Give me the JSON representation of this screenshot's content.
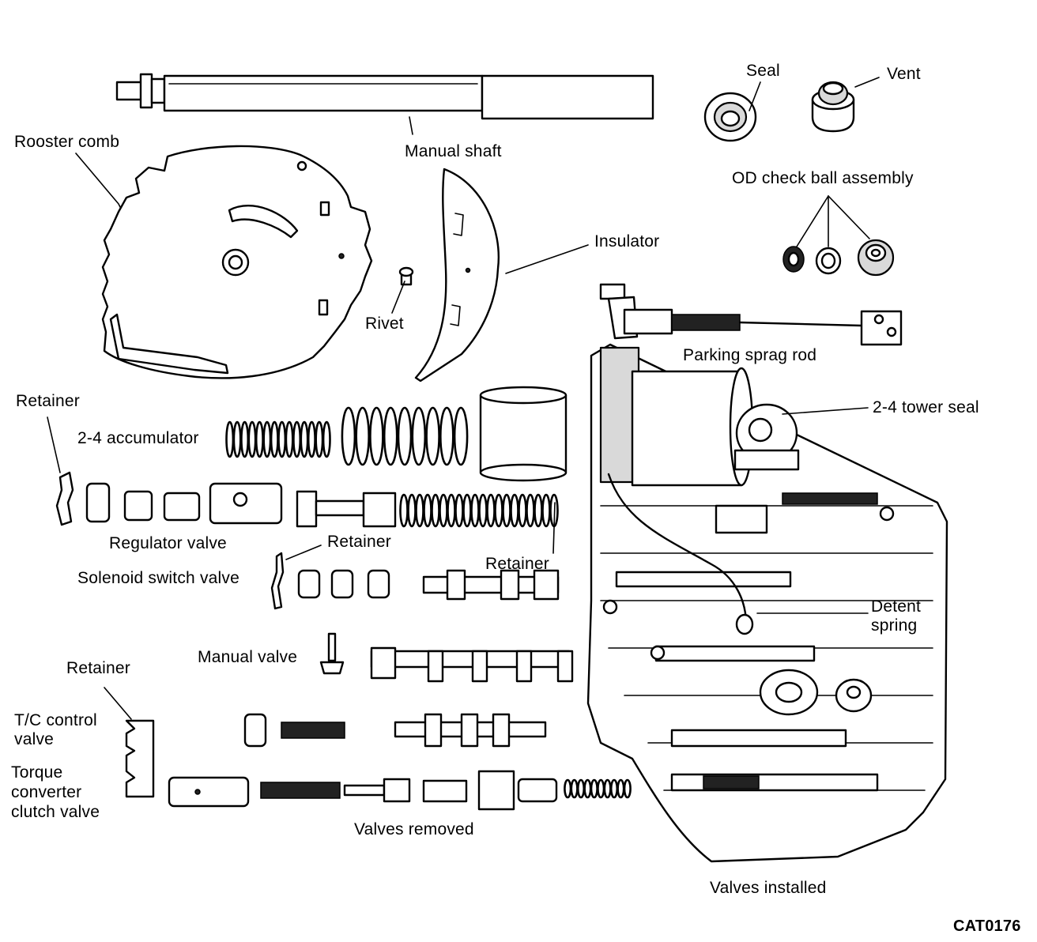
{
  "diagram": {
    "labels": {
      "manual_shaft": "Manual shaft",
      "rooster_comb": "Rooster comb",
      "seal": "Seal",
      "vent": "Vent",
      "od_check_ball_assembly": "OD check ball assembly",
      "insulator": "Insulator",
      "rivet": "Rivet",
      "parking_sprag_rod": "Parking sprag rod",
      "retainer_top": "Retainer",
      "accumulator_2_4": "2-4 accumulator",
      "tower_seal_2_4": "2-4 tower seal",
      "regulator_valve": "Regulator valve",
      "retainer_middle": "Retainer",
      "retainer_right": "Retainer",
      "solenoid_switch_valve": "Solenoid switch valve",
      "detent_spring_line1": "Detent",
      "detent_spring_line2": "spring",
      "manual_valve": "Manual valve",
      "retainer_bottom": "Retainer",
      "tc_control_valve_line1": "T/C control",
      "tc_control_valve_line2": "valve",
      "tcc_valve_line1": "Torque",
      "tcc_valve_line2": "converter",
      "tcc_valve_line3": "clutch valve",
      "valves_removed": "Valves removed",
      "valves_installed": "Valves installed",
      "figure_code": "CAT0176"
    }
  }
}
